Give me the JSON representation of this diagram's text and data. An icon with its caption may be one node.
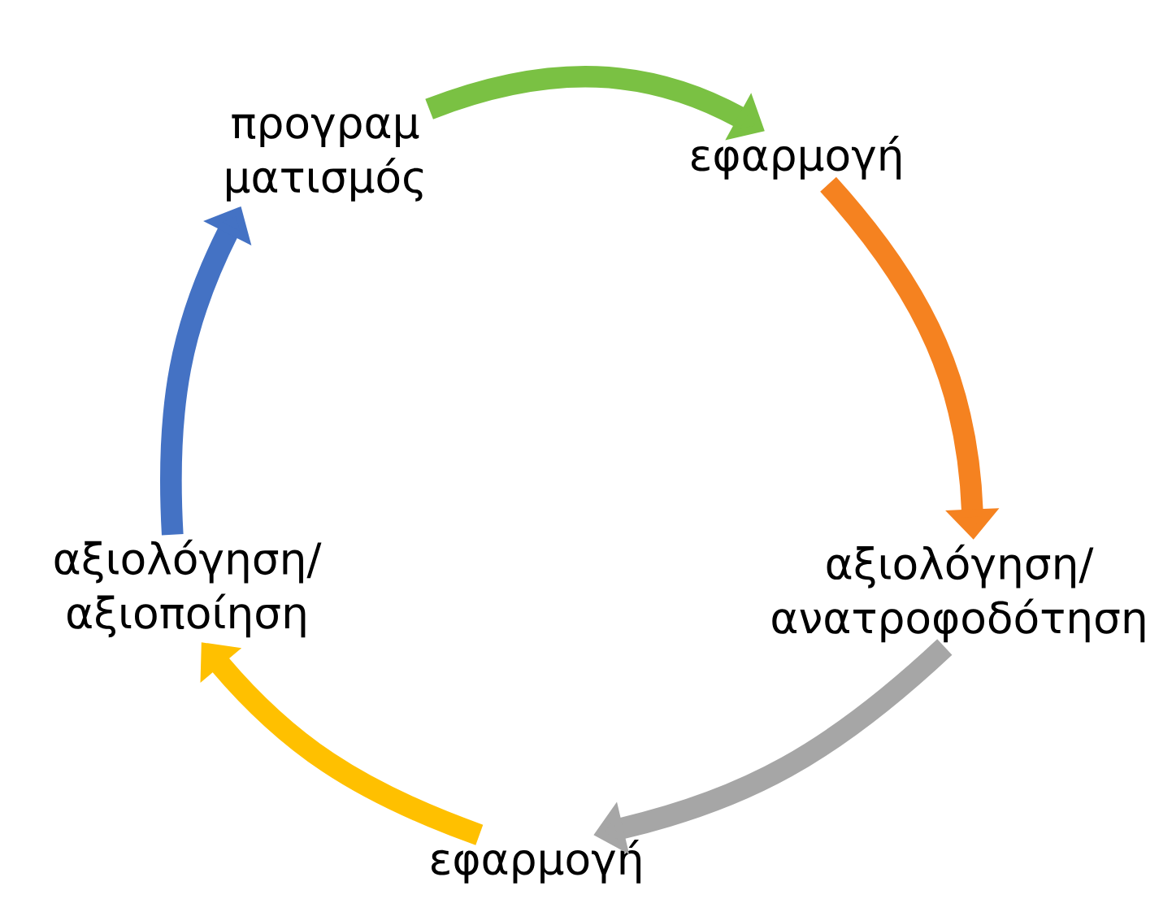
{
  "diagram": {
    "nodes": [
      {
        "text": [
          "προγραμ ματισμός"
        ]
      },
      {
        "text": [
          "εφαρμογή"
        ]
      },
      {
        "text": [
          "αξιολόγηση/ ανατροφοδότηση"
        ]
      },
      {
        "text": [
          "εφαρμογή"
        ]
      },
      {
        "text": [
          "αξιολόγηση/ αξιοποίηση"
        ]
      }
    ],
    "edges": [
      {
        "from": 0,
        "to": 1,
        "arrow": "to",
        "color": "#7ac143"
      },
      {
        "from": 1,
        "to": 2,
        "arrow": "to",
        "color": "#f58220"
      },
      {
        "from": 2,
        "to": 3,
        "arrow": "to",
        "color": "#a6a6a6"
      },
      {
        "from": 3,
        "to": 4,
        "arrow": "to",
        "color": "#ffc000"
      },
      {
        "from": 4,
        "to": 0,
        "arrow": "to",
        "color": "#4472c4"
      }
    ]
  }
}
